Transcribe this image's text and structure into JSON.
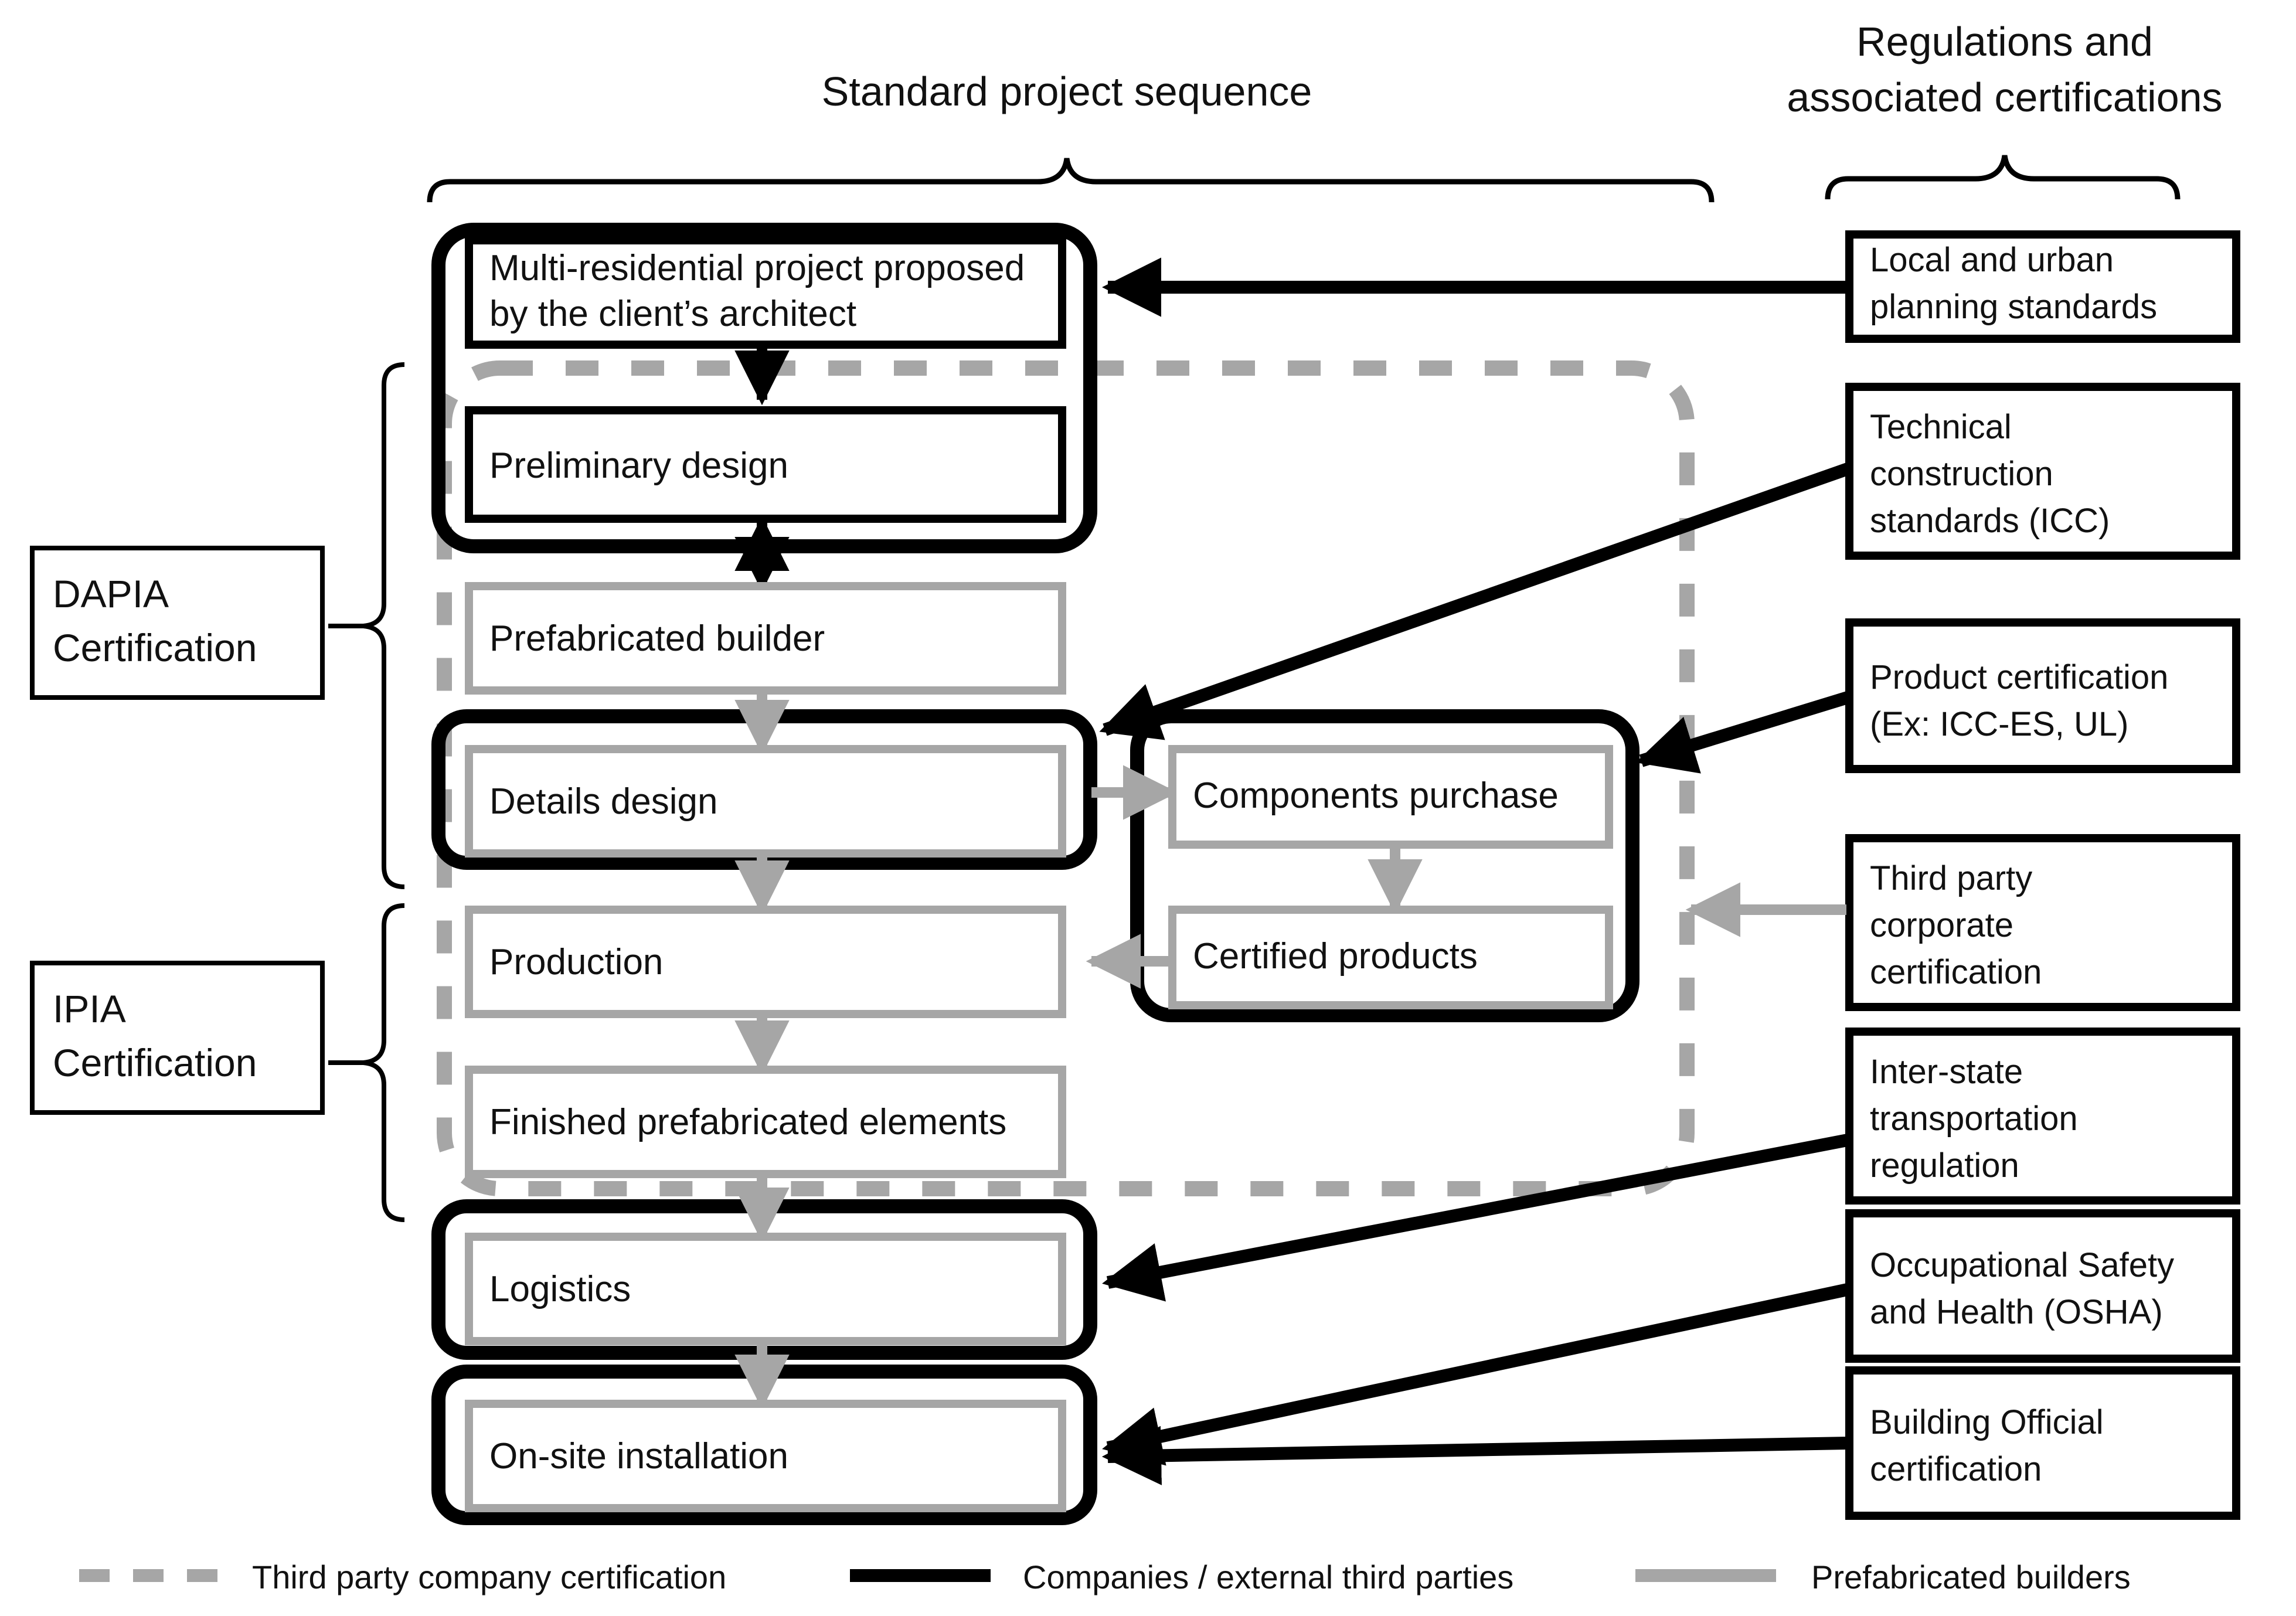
{
  "headers": {
    "left": "Standard project sequence",
    "right_line1": "Regulations and",
    "right_line2": "associated certifications"
  },
  "colors": {
    "black": "#000000",
    "gray": "#a6a6a6",
    "white": "#ffffff"
  },
  "certifications": [
    {
      "line1": "DAPIA",
      "line2": "Certification"
    },
    {
      "line1": "IPIA",
      "line2": "Certification"
    }
  ],
  "flow": {
    "nodes": [
      {
        "id": "proposal",
        "line1": "Multi-residential project proposed",
        "line2": "by the client’s architect",
        "border": "black",
        "highlight": true
      },
      {
        "id": "prelim",
        "line1": "Preliminary design",
        "line2": "",
        "border": "black",
        "highlight": true
      },
      {
        "id": "builder",
        "line1": "Prefabricated builder",
        "line2": "",
        "border": "gray",
        "highlight": false
      },
      {
        "id": "details",
        "line1": "Details design",
        "line2": "",
        "border": "gray",
        "highlight": true
      },
      {
        "id": "production",
        "line1": "Production",
        "line2": "",
        "border": "gray",
        "highlight": false
      },
      {
        "id": "finished",
        "line1": "Finished prefabricated elements",
        "line2": "",
        "border": "gray",
        "highlight": false
      },
      {
        "id": "logistics",
        "line1": "Logistics",
        "line2": "",
        "border": "gray",
        "highlight": true
      },
      {
        "id": "onsite",
        "line1": "On-site installation",
        "line2": "",
        "border": "gray",
        "highlight": true
      },
      {
        "id": "components",
        "line1": "Components purchase",
        "line2": "",
        "border": "gray",
        "highlight": true
      },
      {
        "id": "certprod",
        "line1": "Certified products",
        "line2": "",
        "border": "gray",
        "highlight": true
      }
    ]
  },
  "regulations": [
    {
      "id": "local",
      "lines": [
        "Local and urban",
        "planning standards"
      ]
    },
    {
      "id": "technical",
      "lines": [
        "Technical",
        "construction",
        "standards (ICC)"
      ]
    },
    {
      "id": "product",
      "lines": [
        "Product certification",
        "(Ex: ICC-ES, UL)"
      ]
    },
    {
      "id": "thirdparty",
      "lines": [
        "Third party",
        "corporate",
        "certification"
      ]
    },
    {
      "id": "interstate",
      "lines": [
        "Inter-state",
        "transportation",
        "regulation"
      ]
    },
    {
      "id": "osha",
      "lines": [
        "Occupational Safety",
        "and Health (OSHA)"
      ]
    },
    {
      "id": "building",
      "lines": [
        "Building Official",
        "certification"
      ]
    }
  ],
  "legend": [
    {
      "id": "third-party-company",
      "label": "Third party company certification",
      "style": "dashed",
      "color": "#a6a6a6"
    },
    {
      "id": "companies-external",
      "label": "Companies / external third parties",
      "style": "solid",
      "color": "#000000"
    },
    {
      "id": "prefabricated",
      "label": "Prefabricated builders",
      "style": "solid",
      "color": "#a6a6a6"
    }
  ]
}
